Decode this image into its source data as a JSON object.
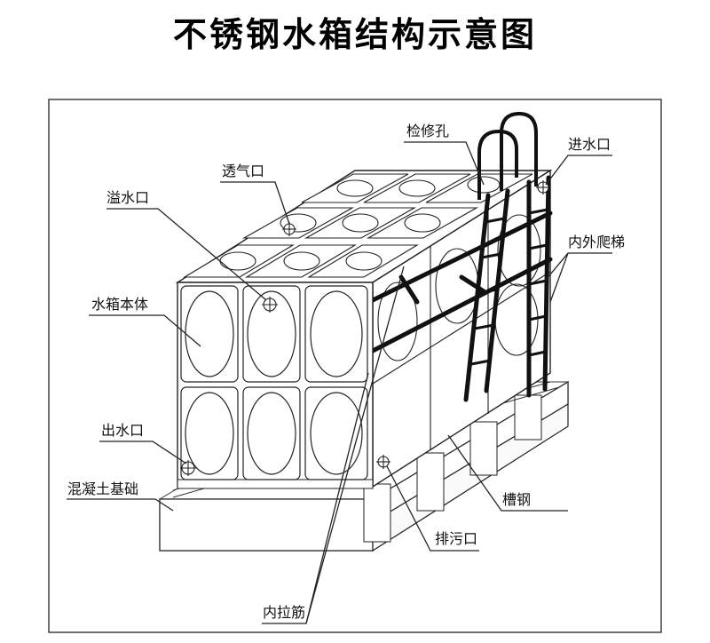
{
  "title": "不锈钢水箱结构示意图",
  "labels": {
    "inspection_hole": "检修孔",
    "water_inlet": "进水口",
    "vent": "透气口",
    "overflow": "溢水口",
    "ladder": "内外爬梯",
    "tank_body": "水箱本体",
    "outlet": "出水口",
    "foundation": "混凝土基础",
    "channel_steel": "槽钢",
    "drain": "排污口",
    "tie_bar": "内拉筋"
  }
}
